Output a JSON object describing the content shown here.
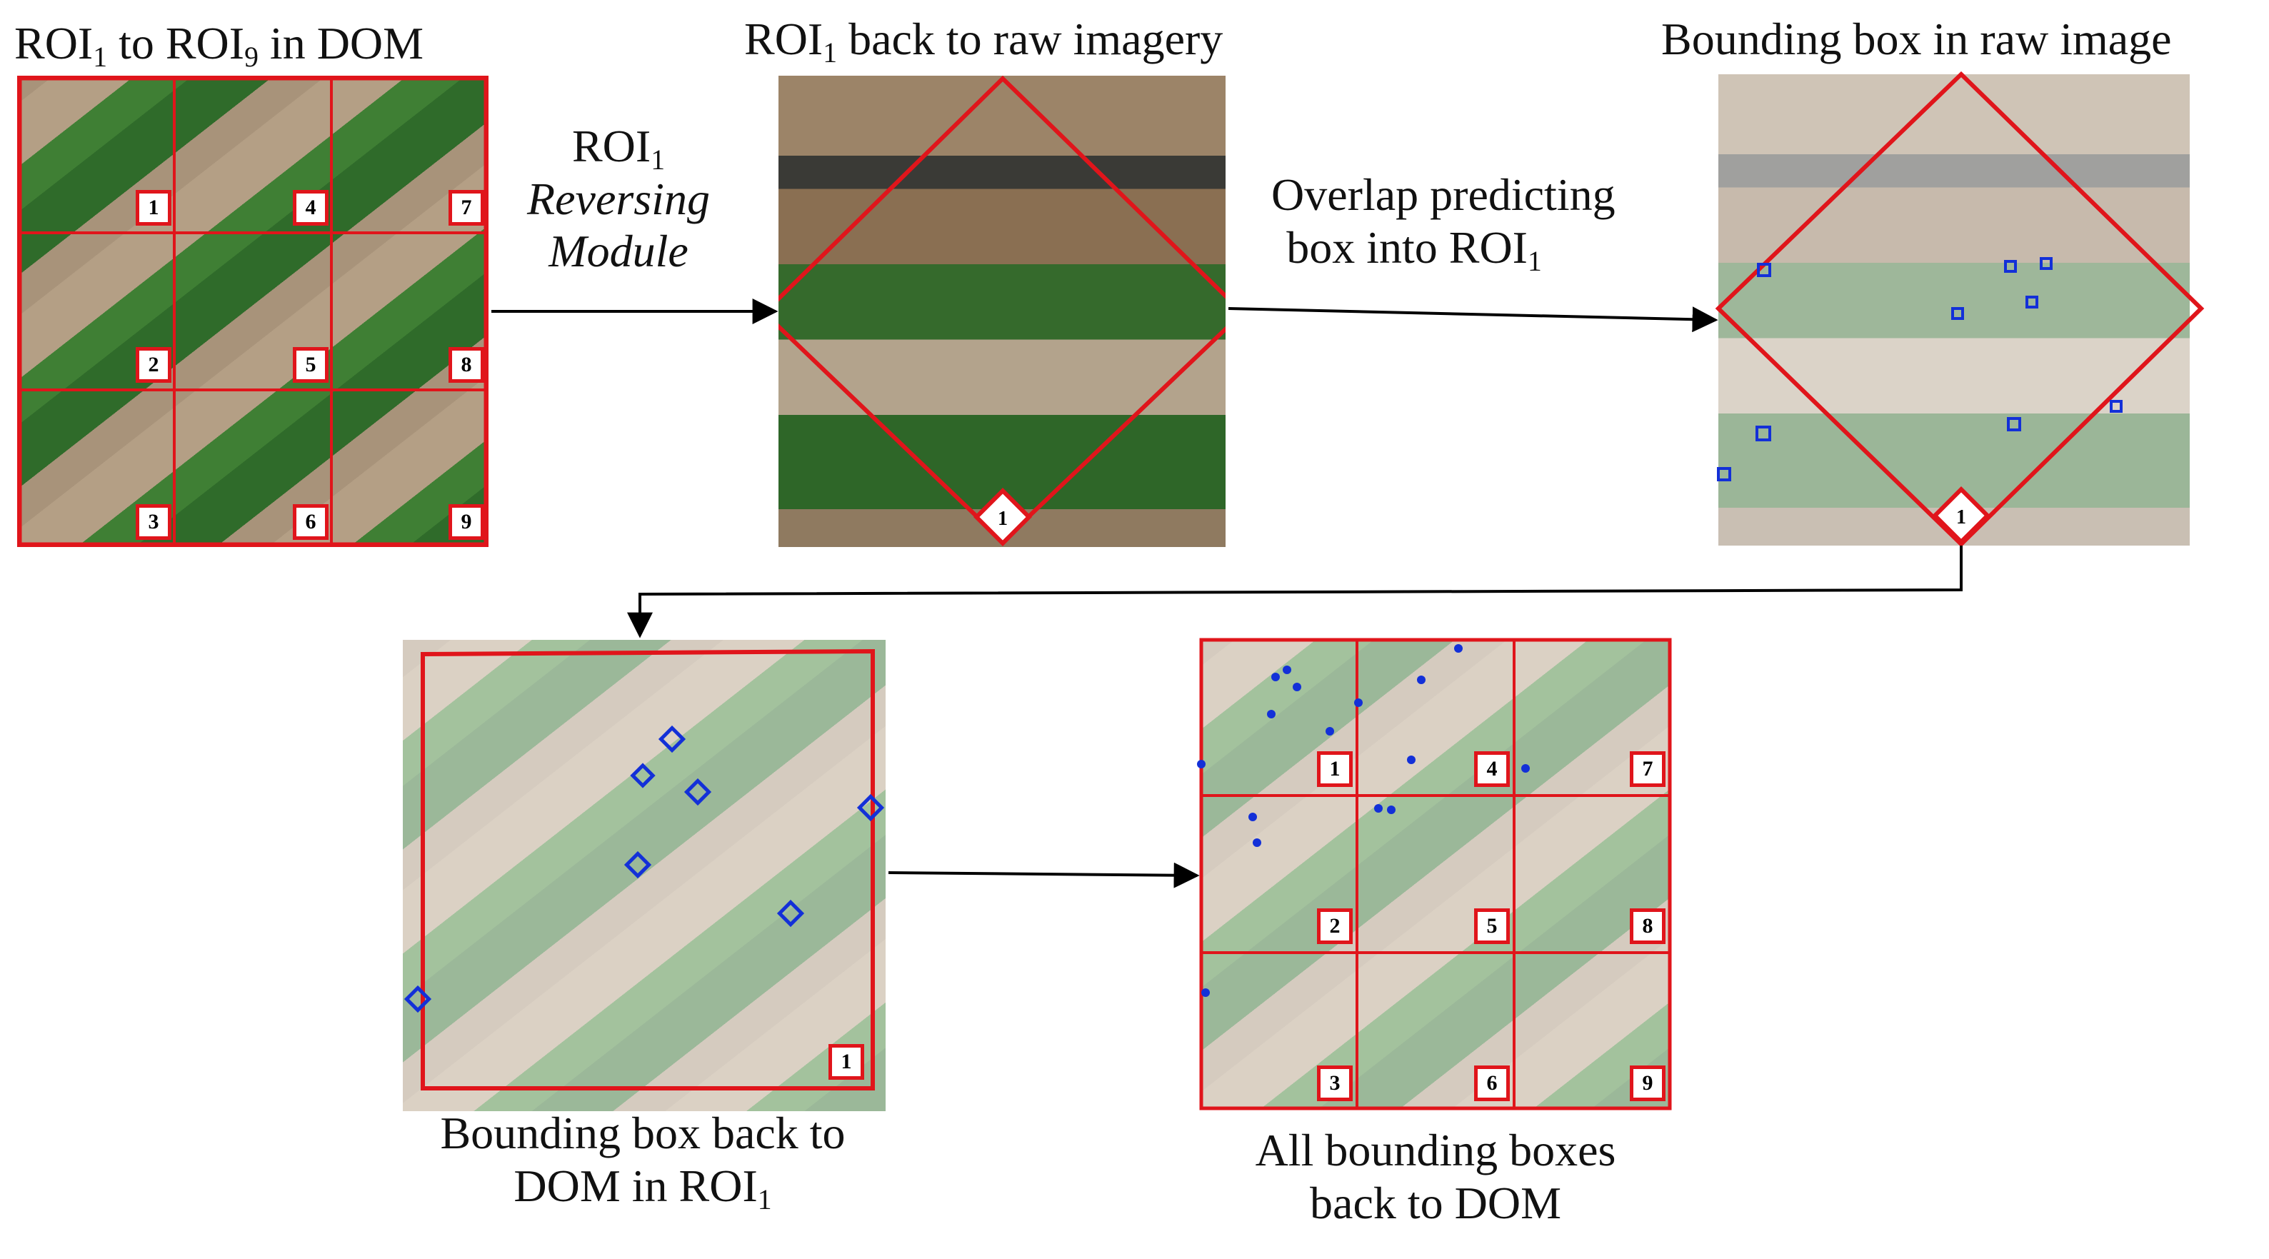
{
  "labels": {
    "dom_title": {
      "pre": "ROI",
      "sub1": "1",
      "mid": " to ROI",
      "sub2": "9",
      "post": " in DOM"
    },
    "raw_title": {
      "pre": "ROI",
      "sub": "1",
      "post": " back to raw imagery"
    },
    "bbox_raw_title": "Bounding box in raw image",
    "reverse_line1": {
      "pre": "ROI",
      "sub": "1"
    },
    "reverse_line2": "Reversing",
    "reverse_line3": "Module",
    "overlap_line1": "Overlap predicting",
    "overlap_line2": {
      "pre": "box into ROI",
      "sub": "1"
    },
    "bbox_dom_line1": "Bounding box back to",
    "bbox_dom_line2": {
      "pre": "DOM in ROI",
      "sub": "1"
    },
    "all_line1": "All bounding boxes",
    "all_line2": "back to DOM"
  },
  "grid_numbers": [
    "1",
    "4",
    "7",
    "2",
    "5",
    "8",
    "3",
    "6",
    "9"
  ],
  "roi_badge": "1",
  "colors": {
    "roi_red": "#e0151b",
    "box_blue": "#1330d8",
    "arrow": "#000000"
  }
}
